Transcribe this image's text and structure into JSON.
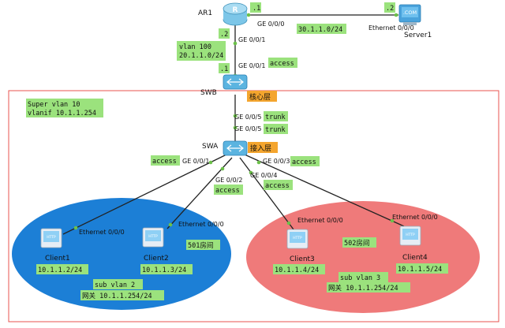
{
  "colors": {
    "frame": "#e8534f",
    "label_bg": "#9be27d",
    "access_text": "#c0392b",
    "tag_bg": "#f4a52e",
    "left_ellipse": "#1c7fd6",
    "right_ellipse": "#ef7a7a",
    "router": "#7cc6e8",
    "switch": "#5bb4e0",
    "link": "#222222",
    "port_dot": "#6cc04a"
  },
  "devices": {
    "ar1": {
      "name": "AR1",
      "icon": "router-icon"
    },
    "server1": {
      "name": "Server1",
      "icon": "server-icon",
      "screen_text": ".COM",
      "port": "Ethernet 0/0/0"
    },
    "swb": {
      "name": "SWB",
      "icon": "switch-icon",
      "role": "核心层"
    },
    "swa": {
      "name": "SWA",
      "icon": "switch-icon",
      "role": "接入层"
    },
    "client1": {
      "name": "Client1",
      "ip": "10.1.1.2/24",
      "port": "Ethernet 0/0/0"
    },
    "client2": {
      "name": "Client2",
      "ip": "10.1.1.3/24",
      "port": "Ethernet 0/0/0"
    },
    "client3": {
      "name": "Client3",
      "ip": "10.1.1.4/24",
      "port": "Ethernet 0/0/0"
    },
    "client4": {
      "name": "Client4",
      "ip": "10.1.1.5/24",
      "port": "Ethernet 0/0/0"
    }
  },
  "client_screen_text": "HTTP",
  "links": {
    "ar1_server": {
      "ar1_host": ".1",
      "ar1_port": "GE 0/0/0",
      "subnet": "30.1.1.0/24",
      "server_host": ".2"
    },
    "ar1_swb": {
      "ar1_host": ".2",
      "ar1_port": "GE 0/0/1",
      "vlan": "vlan 100",
      "subnet": "20.1.1.0/24",
      "swb_host": ".1",
      "swb_port": "GE 0/0/1",
      "mode": "access"
    },
    "swb_swa": {
      "swb_port": "GE 0/0/5",
      "swb_mode": "trunk",
      "swa_port": "GE 0/0/5",
      "swa_mode": "trunk"
    },
    "swa_c1": {
      "port": "GE 0/0/1",
      "mode": "access"
    },
    "swa_c2": {
      "port": "GE 0/0/2",
      "mode": "access"
    },
    "swa_c3": {
      "port": "GE 0/0/4",
      "mode": "access"
    },
    "swa_c4": {
      "port": "GE 0/0/3",
      "mode": "access"
    }
  },
  "super_vlan": {
    "line1": "Super vlan 10",
    "line2": "vlanif 10.1.1.254"
  },
  "rooms": {
    "left": {
      "room": "501房间",
      "sub_vlan": "sub vlan 2",
      "gateway": "网关 10.1.1.254/24"
    },
    "right": {
      "room": "502房间",
      "sub_vlan": "sub vlan 3",
      "gateway": "网关 10.1.1.254/24"
    }
  }
}
